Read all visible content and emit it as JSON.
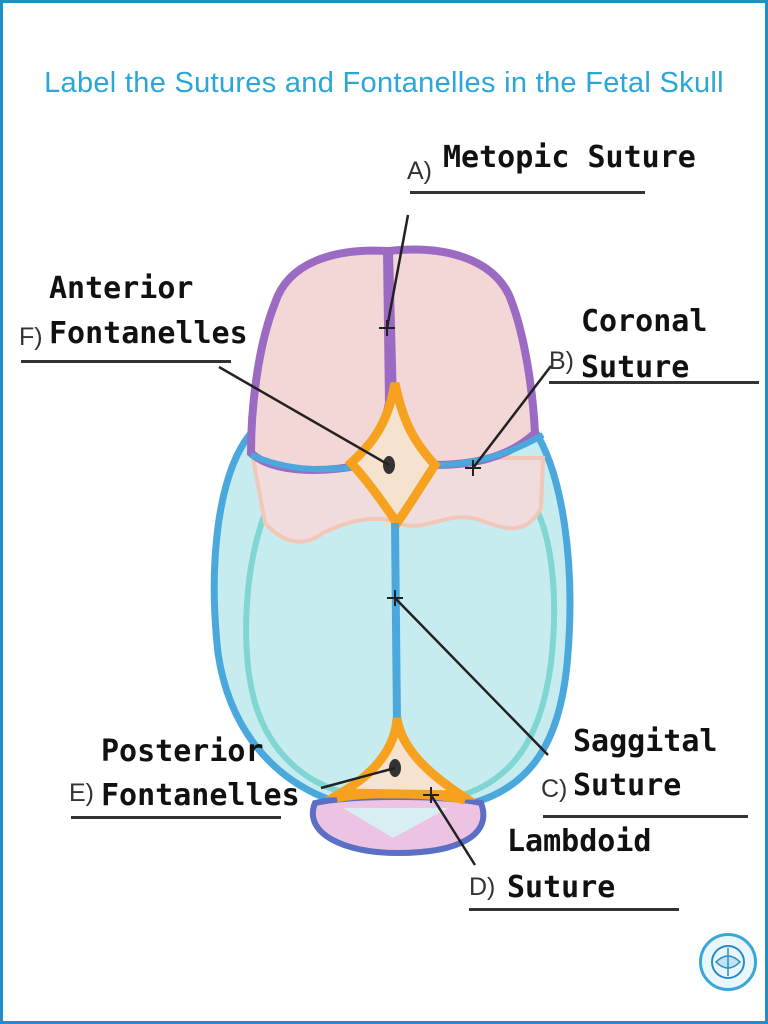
{
  "title": "Label the Sutures and Fontanelles in the Fetal Skull",
  "labels": {
    "a": {
      "letter": "A)",
      "lines": [
        "Metopic Suture"
      ]
    },
    "b": {
      "letter": "B)",
      "lines": [
        "Coronal",
        "Suture"
      ]
    },
    "c": {
      "letter": "C)",
      "lines": [
        "Saggital",
        "Suture"
      ]
    },
    "d": {
      "letter": "D)",
      "lines": [
        "Lambdoid",
        "Suture"
      ]
    },
    "e": {
      "letter": "E)",
      "lines": [
        "Posterior",
        "Fontanelles"
      ]
    },
    "f": {
      "letter": "F)",
      "lines": [
        "Anterior",
        "Fontanelles"
      ]
    }
  },
  "colors": {
    "frontal_bone": "#f3d6d6",
    "frontal_outline": "#9b6bc4",
    "parietal_bone": "#c7ecef",
    "parietal_outline": "#4aa8dd",
    "fontanelle": "#f6a21f",
    "occipital_bone": "#ecc3e3",
    "occipital_outline": "#5b6fc4",
    "title": "#2aa6d8"
  },
  "logo_icon": "circle-logo-icon"
}
